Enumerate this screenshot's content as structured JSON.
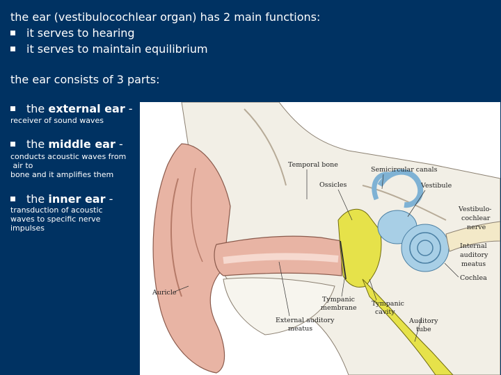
{
  "intro": {
    "title": "the ear (vestibulocochlear organ) has 2 main functions:",
    "functions": [
      "it serves to hearing",
      "it serves to maintain equilibrium"
    ]
  },
  "parts_intro": "the ear consists of 3 parts:",
  "parts": [
    {
      "prefix": "the",
      "name": "external ear",
      "suffix": "-",
      "desc_lines": [
        "receiver of sound waves"
      ]
    },
    {
      "prefix": "the",
      "name": "middle ear",
      "suffix": "-",
      "desc_lines": [
        "conducts acoustic waves from",
        " air to",
        "bone and it amplifies them"
      ]
    },
    {
      "prefix": "the",
      "name": "inner ear",
      "suffix": "-",
      "desc_lines": [
        "transduction of acoustic",
        "waves to specific nerve",
        "impulses"
      ]
    }
  ],
  "figure": {
    "labels": {
      "temporal_bone": "Temporal bone",
      "semicircular_canals": "Semicircular canals",
      "ossicles": "Ossicles",
      "vestibule": "Vestibule",
      "vestibulocochlear_nerve": [
        "Vestibulo-",
        "cochlear",
        "nerve"
      ],
      "internal_auditory_meatus": [
        "Internal",
        "auditory",
        "meatus"
      ],
      "cochlea": "Cochlea",
      "auricle": "Auricle",
      "tympanic_membrane": [
        "Tympanic",
        "membrane"
      ],
      "tympanic_cavity": [
        "Tympanic",
        "cavity"
      ],
      "external_auditory_meatus": [
        "External auditory",
        "meatus"
      ],
      "auditory_tube": [
        "Auditory",
        "tube"
      ]
    },
    "colors": {
      "background": "#003262",
      "skin": "#e8b4a4",
      "bone": "#f2efe6",
      "middle_ear": "#e6e24a",
      "inner_ear": "#a8cfe6"
    }
  }
}
